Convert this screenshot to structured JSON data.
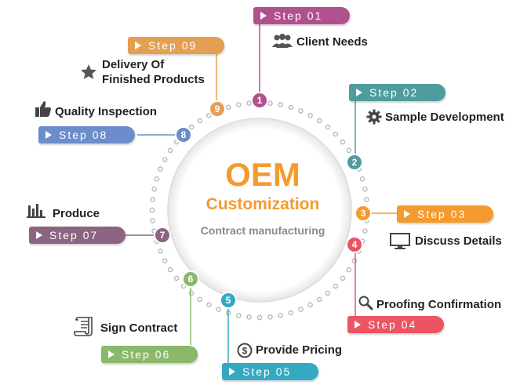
{
  "center": {
    "title": "OEM",
    "subtitle": "Customization",
    "caption": "Contract manufacturing"
  },
  "colors": {
    "step1": "#B0508E",
    "step2": "#4E9C9D",
    "step3": "#F39B2F",
    "step4": "#EC5462",
    "step5": "#35A9C0",
    "step6": "#8CB86A",
    "step7": "#8C6482",
    "step8": "#6B8DCB",
    "step9": "#E59F52",
    "center_text": "#F39B2F",
    "dots": "#b9b9b9"
  },
  "steps": [
    {
      "number": "1",
      "tag": "Step 01",
      "label": "Client Needs",
      "icon": "people-icon"
    },
    {
      "number": "2",
      "tag": "Step 02",
      "label": "Sample Development",
      "icon": "gear-icon"
    },
    {
      "number": "3",
      "tag": "Step 03",
      "label": "Discuss Details",
      "icon": "monitor-icon"
    },
    {
      "number": "4",
      "tag": "Step 04",
      "label": "Proofing Confirmation",
      "icon": "magnifier-icon"
    },
    {
      "number": "5",
      "tag": "Step 05",
      "label": "Provide Pricing",
      "icon": "dollar-coin-icon"
    },
    {
      "number": "6",
      "tag": "Step 06",
      "label": "Sign Contract",
      "icon": "scroll-icon"
    },
    {
      "number": "7",
      "tag": "Step 07",
      "label": "Produce",
      "icon": "bar-chart-icon"
    },
    {
      "number": "8",
      "tag": "Step 08",
      "label": "Quality Inspection",
      "icon": "thumbs-up-icon"
    },
    {
      "number": "9",
      "tag": "Step 09",
      "label_line1": "Delivery Of",
      "label_line2": "Finished Products",
      "icon": "star-icon"
    }
  ]
}
